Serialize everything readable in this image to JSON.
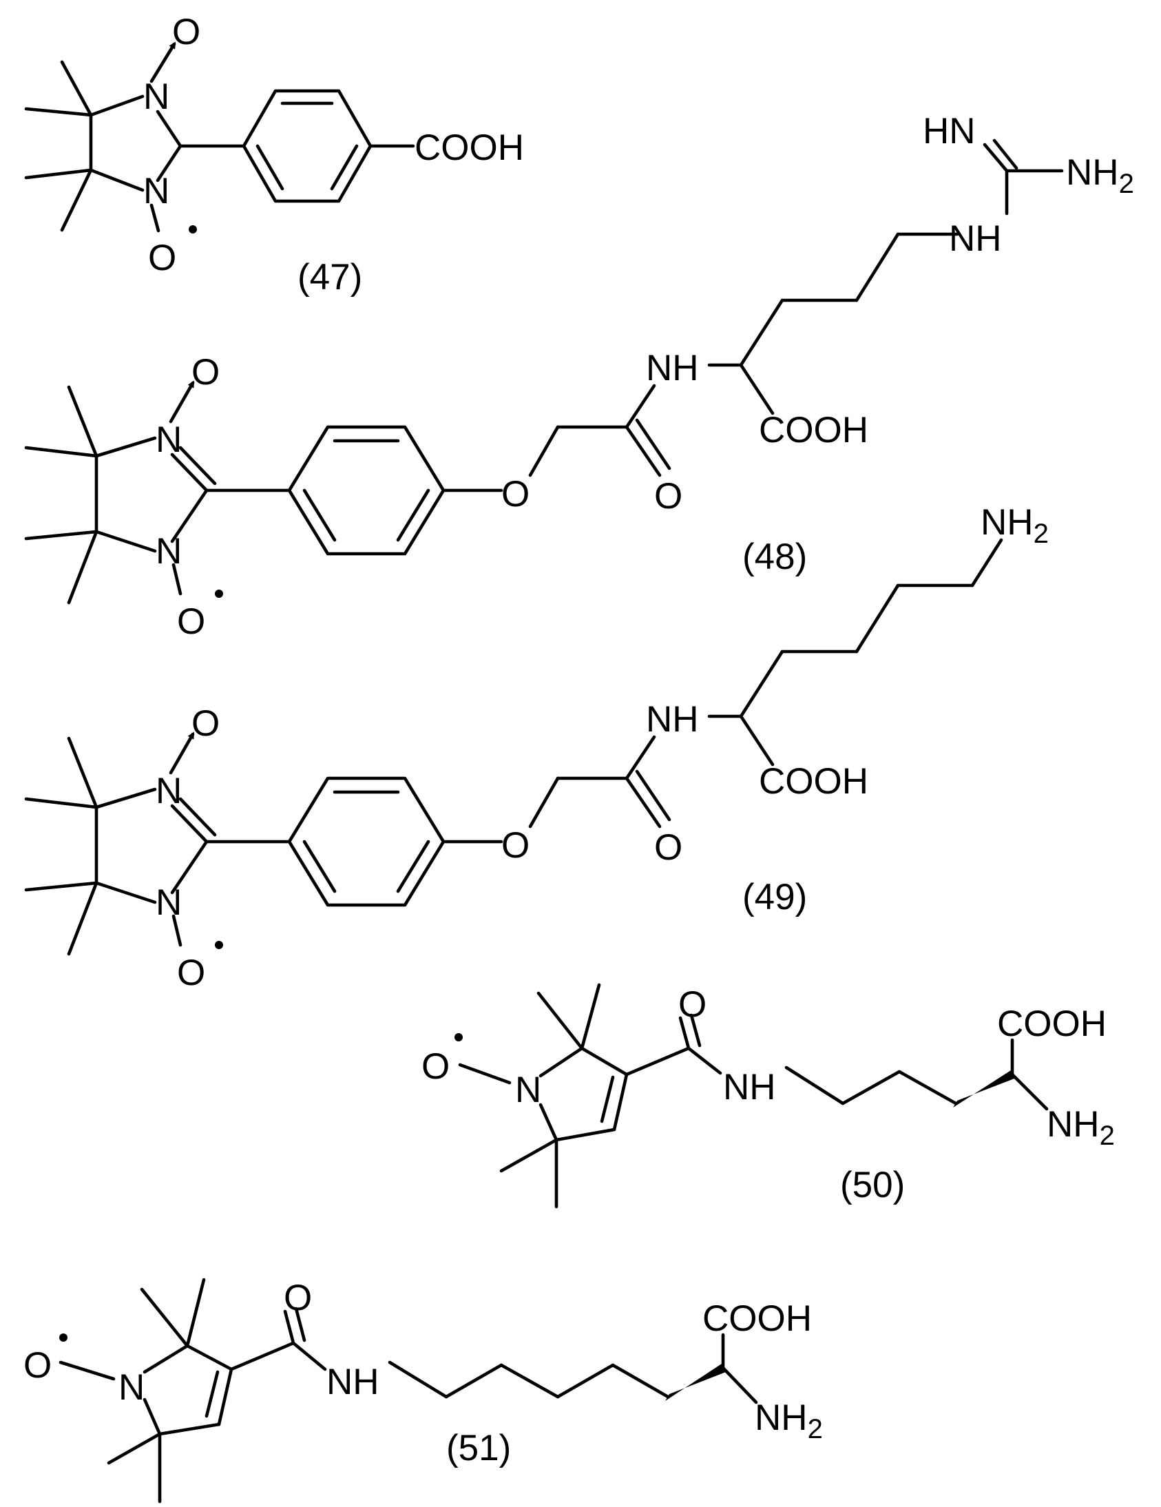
{
  "compounds": [
    {
      "label": "(47)",
      "substituents": {
        "acid": "COOH"
      },
      "nitroxides": {
        "oxide": "O",
        "radical_o": "O",
        "n1": "N",
        "n2": "N"
      }
    },
    {
      "label": "(48)",
      "substituents": {
        "ether_o": "O",
        "carbonyl_o": "O",
        "amide_nh": "NH",
        "acid": "COOH",
        "guanidino_hn": "HN",
        "guanidino_nh2_main": "NH",
        "guanidino_nh2_sub": "2",
        "guanidino_nh": "NH"
      },
      "nitroxides": {
        "oxide": "O",
        "radical_o": "O",
        "n1": "N",
        "n2": "N"
      }
    },
    {
      "label": "(49)",
      "substituents": {
        "ether_o": "O",
        "carbonyl_o": "O",
        "amide_nh": "NH",
        "acid": "COOH",
        "amine_main": "NH",
        "amine_sub": "2"
      },
      "nitroxides": {
        "oxide": "O",
        "radical_o": "O",
        "n1": "N",
        "n2": "N"
      }
    },
    {
      "label": "(50)",
      "substituents": {
        "carbonyl_o": "O",
        "amide_nh": "NH",
        "acid": "COOH",
        "amine_main": "NH",
        "amine_sub": "2"
      },
      "nitroxides": {
        "radical_o": "O",
        "n1": "N"
      }
    },
    {
      "label": "(51)",
      "substituents": {
        "carbonyl_o": "O",
        "amide_nh": "NH",
        "acid": "COOH",
        "amine_main": "NH",
        "amine_sub": "2"
      },
      "nitroxides": {
        "radical_o": "O",
        "n1": "N"
      }
    }
  ]
}
